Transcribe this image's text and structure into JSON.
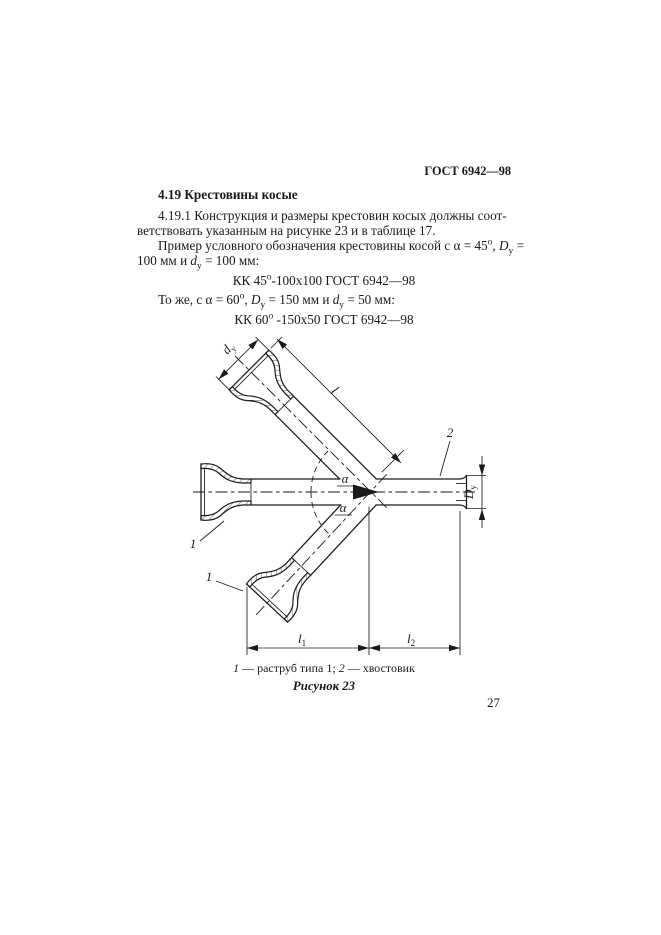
{
  "header": {
    "doc_code": "ГОСТ 6942—98"
  },
  "section": {
    "heading": "4.19 Крестовины косые"
  },
  "body": {
    "line1": [
      {
        "t": "4.19.1 Конструкция и размеры крестовин косых должны соот-"
      }
    ],
    "line2": [
      {
        "t": "ветствовать указанным на рисунке 23 и в таблице 17."
      }
    ],
    "line3": [
      {
        "t": "Пример условного обозначения крестовины косой с α = 45"
      },
      {
        "t": "о",
        "sup": true
      },
      {
        "t": ", "
      },
      {
        "t": "D",
        "i": true
      },
      {
        "t": "у",
        "sub": true
      },
      {
        "t": " ="
      }
    ],
    "line4": [
      {
        "t": "100 мм и "
      },
      {
        "t": "d",
        "i": true
      },
      {
        "t": "у",
        "sub": true
      },
      {
        "t": " = 100 мм:"
      }
    ],
    "designation1": [
      {
        "t": "КК 45"
      },
      {
        "t": "о",
        "sup": true
      },
      {
        "t": "-100х100 ГОСТ 6942—98"
      }
    ],
    "line5": [
      {
        "t": "То же, с α = 60"
      },
      {
        "t": "о",
        "sup": true
      },
      {
        "t": ", "
      },
      {
        "t": "D",
        "i": true
      },
      {
        "t": "у",
        "sub": true
      },
      {
        "t": " = 150 мм и "
      },
      {
        "t": "d",
        "i": true
      },
      {
        "t": "у",
        "sub": true
      },
      {
        "t": " = 50 мм:"
      }
    ],
    "designation2": [
      {
        "t": "КК 60"
      },
      {
        "t": "о",
        "sup": true
      },
      {
        "t": " -150х50 ГОСТ 6942—98"
      }
    ]
  },
  "figure": {
    "caption": [
      {
        "t": "1",
        "i": true
      },
      {
        "t": " — раструб типа 1; "
      },
      {
        "t": "2",
        "i": true
      },
      {
        "t": " — хвостовик"
      }
    ],
    "label": "Рисунок 23",
    "dims": {
      "sub_u": "у",
      "d_sym": "d",
      "l_sym": "l",
      "alpha": "α",
      "D_sym": "D",
      "l1_sym": "l",
      "l1_sub": "1",
      "l2_sym": "l",
      "l2_sub": "2",
      "callout_socket_a": "1",
      "callout_socket_b": "1",
      "callout_spigot": "2"
    }
  },
  "footer": {
    "page_number": "27"
  }
}
